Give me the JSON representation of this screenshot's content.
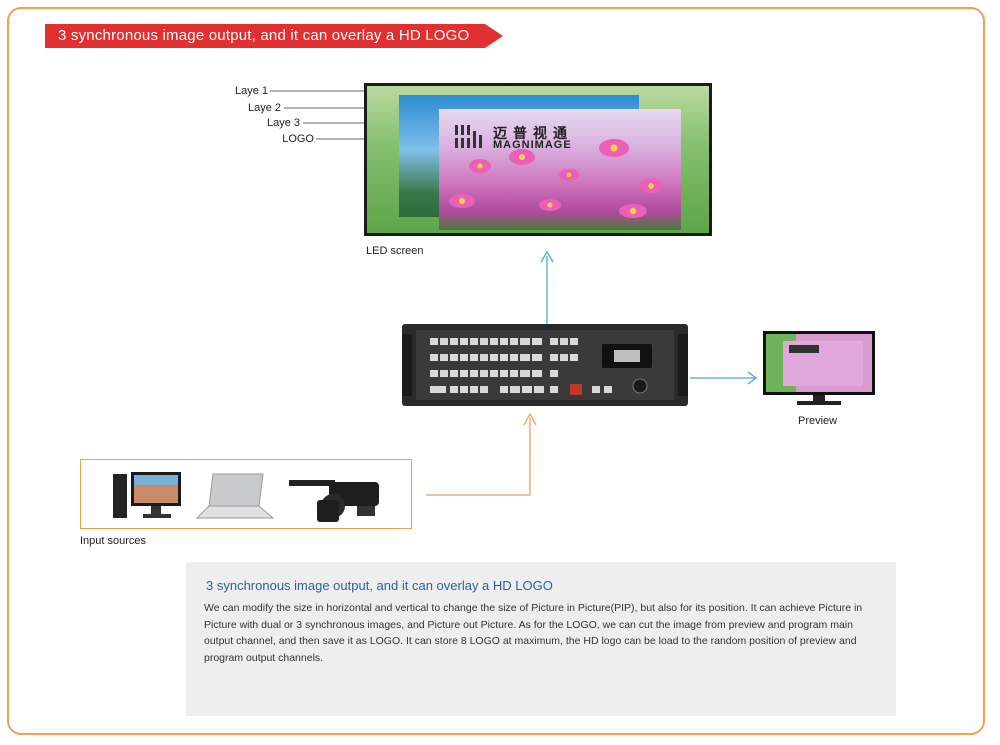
{
  "banner": {
    "title": "3 synchronous image output, and it can overlay a HD LOGO",
    "color": "#e1302f"
  },
  "layers": [
    {
      "label": "Laye 1"
    },
    {
      "label": "Laye 2"
    },
    {
      "label": "Laye 3"
    },
    {
      "label": "LOGO"
    }
  ],
  "led": {
    "label": "LED screen"
  },
  "logo": {
    "cn": "迈普视通",
    "en": "MAGNIMAGE"
  },
  "preview": {
    "label": "Preview"
  },
  "inputs": {
    "label": "Input sources",
    "devices": [
      "desktop-computer-icon",
      "laptop-icon",
      "video-camera-icon"
    ]
  },
  "panel": {
    "title": "3 synchronous image output, and it can overlay a HD LOGO",
    "body": "We can modify the size in horizontal and vertical to change the size of Picture in Picture(PIP), but also for its position. It can achieve Picture in Picture with dual or 3 synchronous images, and Picture out Picture. As for the LOGO, we can cut the image from preview and program main output channel, and then save it as LOGO. It can store 8 LOGO at maximum, the HD logo can be load to the random position of preview and program output channels."
  },
  "colors": {
    "frame": "#f0a050",
    "arrow_blue": "#4aa8d8",
    "arrow_orange": "#e8a055",
    "panel_title": "#2d5fa8"
  }
}
